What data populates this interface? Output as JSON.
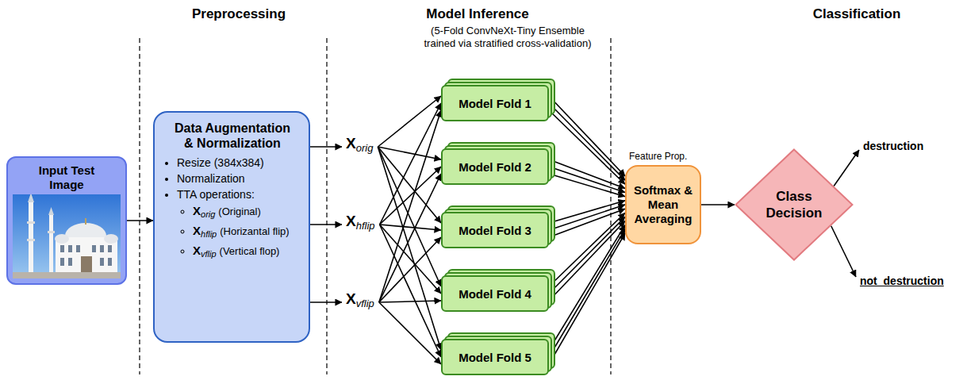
{
  "diagram": {
    "nodes": [
      {
        "text": [
          "Input Test Image"
        ]
      },
      {
        "text": [
          "Data Augmentation & Normalization",
          "Resize (384x384)",
          "Normalization",
          "TTA operations:",
          "X",
          "orig",
          "(Original)",
          "X",
          "hflip",
          "(Horizantal flip)",
          "X",
          "vflip",
          "(Vertical flop)"
        ]
      },
      {
        "text": [
          "X",
          "orig"
        ]
      },
      {
        "text": [
          "X",
          "hflip"
        ]
      },
      {
        "text": [
          "X",
          "vflip"
        ]
      },
      {
        "text": [
          "Model Fold 1"
        ]
      },
      {
        "text": [
          "Model Fold 2"
        ]
      },
      {
        "text": [
          "Model Fold 3"
        ]
      },
      {
        "text": [
          "Model Fold 4"
        ]
      },
      {
        "text": [
          "Model Fold 5"
        ]
      },
      {
        "text": [
          "Softmax & Mean Averaging"
        ]
      },
      {
        "text": [
          "Class Decision"
        ]
      },
      {
        "text": [
          "destruction"
        ]
      },
      {
        "text": [
          "not_destruction"
        ]
      }
    ],
    "edges": [
      {
        "from": 0,
        "to": 1,
        "arrow": "to"
      },
      {
        "from": 1,
        "to": 2,
        "arrow": "to"
      },
      {
        "from": 1,
        "to": 3,
        "arrow": "to"
      },
      {
        "from": 1,
        "to": 4,
        "arrow": "to"
      },
      {
        "from": 2,
        "to": 5,
        "arrow": "to"
      },
      {
        "from": 2,
        "to": 6,
        "arrow": "to"
      },
      {
        "from": 2,
        "to": 7,
        "arrow": "to"
      },
      {
        "from": 2,
        "to": 8,
        "arrow": "to"
      },
      {
        "from": 2,
        "to": 9,
        "arrow": "to"
      },
      {
        "from": 3,
        "to": 5,
        "arrow": "to"
      },
      {
        "from": 3,
        "to": 6,
        "arrow": "to"
      },
      {
        "from": 3,
        "to": 7,
        "arrow": "to"
      },
      {
        "from": 3,
        "to": 8,
        "arrow": "to"
      },
      {
        "from": 3,
        "to": 9,
        "arrow": "to"
      },
      {
        "from": 4,
        "to": 5,
        "arrow": "to"
      },
      {
        "from": 4,
        "to": 6,
        "arrow": "to"
      },
      {
        "from": 4,
        "to": 7,
        "arrow": "to"
      },
      {
        "from": 4,
        "to": 8,
        "arrow": "to"
      },
      {
        "from": 4,
        "to": 9,
        "arrow": "to"
      },
      {
        "from": 5,
        "to": 10,
        "arrow": "to"
      },
      {
        "from": 5,
        "to": 10,
        "arrow": "to"
      },
      {
        "from": 5,
        "to": 10,
        "arrow": "to"
      },
      {
        "from": 6,
        "to": 10,
        "arrow": "to"
      },
      {
        "from": 6,
        "to": 10,
        "arrow": "to"
      },
      {
        "from": 6,
        "to": 10,
        "arrow": "to"
      },
      {
        "from": 7,
        "to": 10,
        "arrow": "to"
      },
      {
        "from": 7,
        "to": 10,
        "arrow": "to"
      },
      {
        "from": 7,
        "to": 10,
        "arrow": "to"
      },
      {
        "from": 8,
        "to": 10,
        "arrow": "to"
      },
      {
        "from": 8,
        "to": 10,
        "arrow": "to"
      },
      {
        "from": 8,
        "to": 10,
        "arrow": "to"
      },
      {
        "from": 9,
        "to": 10,
        "arrow": "to"
      },
      {
        "from": 9,
        "to": 10,
        "arrow": "to"
      },
      {
        "from": 9,
        "to": 10,
        "arrow": "to"
      },
      {
        "from": 10,
        "to": 11,
        "arrow": "to"
      },
      {
        "from": 11,
        "to": 12,
        "arrow": "to"
      },
      {
        "from": 11,
        "to": 13,
        "arrow": "to"
      }
    ],
    "labels": [
      "Preprocessing",
      "Model Inference",
      "(5-Fold ConvNeXt-Tiny Ensemble trained via stratified cross-validation)",
      "Classification",
      "Feature Prop."
    ]
  }
}
